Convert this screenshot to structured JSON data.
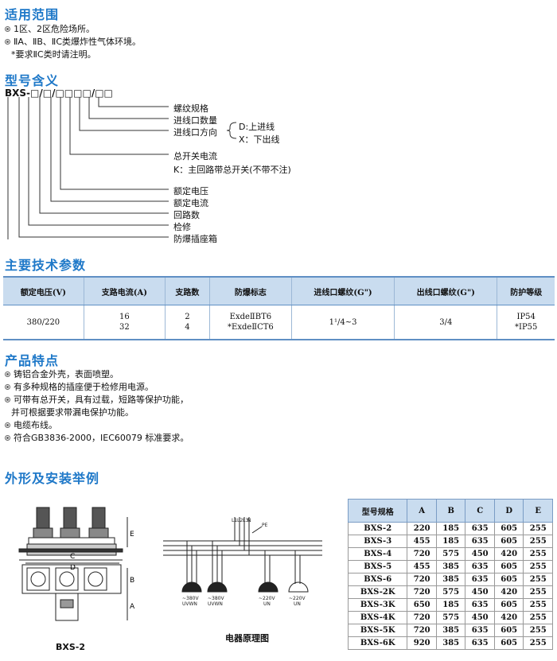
{
  "sections": {
    "scope": "适用范围",
    "model": "型号含义",
    "tech": "主要技术参数",
    "features": "产品特点",
    "install": "外形及安装举例"
  },
  "scope_lines": [
    "1区、2区危险场所。",
    "ⅡA、ⅡB、ⅡC类爆炸性气体环境。",
    "*要求ⅡC类时请注明。"
  ],
  "model_code": "BXS-□/□/□□□□/□□",
  "model_labels": {
    "thread": "螺纹规格",
    "count": "进线口数量",
    "direction": "进线口方向",
    "dir_d": "D:上进线",
    "dir_x": "X：下出线",
    "main": "总开关电流",
    "main_k": "K：主回路带总开关(不带不注)",
    "voltage": "额定电压",
    "current": "额定电流",
    "circuits": "回路数",
    "service": "检修",
    "box": "防爆插座箱"
  },
  "spec_table": {
    "headers": [
      "额定电压(V)",
      "支路电流(A)",
      "支路数",
      "防爆标志",
      "进线口螺纹(G\")",
      "出线口螺纹(G\")",
      "防护等级"
    ],
    "row": {
      "voltage": "380/220",
      "current_1": "16",
      "current_2": "32",
      "branches_1": "2",
      "branches_2": "4",
      "mark_1": "ExdeⅡBT6",
      "mark_2": "*ExdeⅡCT6",
      "inlet": "1¹/4~3",
      "outlet": "3/4",
      "ip_1": "IP54",
      "ip_2": "*IP55"
    }
  },
  "feature_lines": [
    "铸铝合金外壳，表面喷塑。",
    "有多种规格的插座便于检修用电源。",
    "可带有总开关，具有过载，短路等保护功能，",
    "并可根据要求带漏电保护功能。",
    "电缆布线。",
    "符合GB3836-2000，IEC60079 标准要求。"
  ],
  "drawing": {
    "label_bxs2": "BXS-2",
    "label_schematic": "电器原理图",
    "dims": [
      "E",
      "C",
      "D",
      "B",
      "A"
    ],
    "bus": [
      "L1",
      "L2",
      "L3",
      "N",
      "PE"
    ],
    "sockets": [
      {
        "v": "~380V",
        "s": "UVWN"
      },
      {
        "v": "~380V",
        "s": "UVWN"
      },
      {
        "v": "~220V",
        "s": "UN"
      },
      {
        "v": "~220V",
        "s": "UN"
      }
    ]
  },
  "dim_table": {
    "headers": [
      "型号规格",
      "A",
      "B",
      "C",
      "D",
      "E"
    ],
    "rows": [
      [
        "BXS-2",
        "220",
        "185",
        "635",
        "605",
        "255"
      ],
      [
        "BXS-3",
        "455",
        "185",
        "635",
        "605",
        "255"
      ],
      [
        "BXS-4",
        "720",
        "575",
        "450",
        "420",
        "255"
      ],
      [
        "BXS-5",
        "455",
        "385",
        "635",
        "605",
        "255"
      ],
      [
        "BXS-6",
        "720",
        "385",
        "635",
        "605",
        "255"
      ],
      [
        "BXS-2K",
        "720",
        "575",
        "450",
        "420",
        "255"
      ],
      [
        "BXS-3K",
        "650",
        "185",
        "635",
        "605",
        "255"
      ],
      [
        "BXS-4K",
        "720",
        "575",
        "450",
        "420",
        "255"
      ],
      [
        "BXS-5K",
        "720",
        "385",
        "635",
        "605",
        "255"
      ],
      [
        "BXS-6K",
        "920",
        "385",
        "635",
        "605",
        "255"
      ]
    ]
  }
}
